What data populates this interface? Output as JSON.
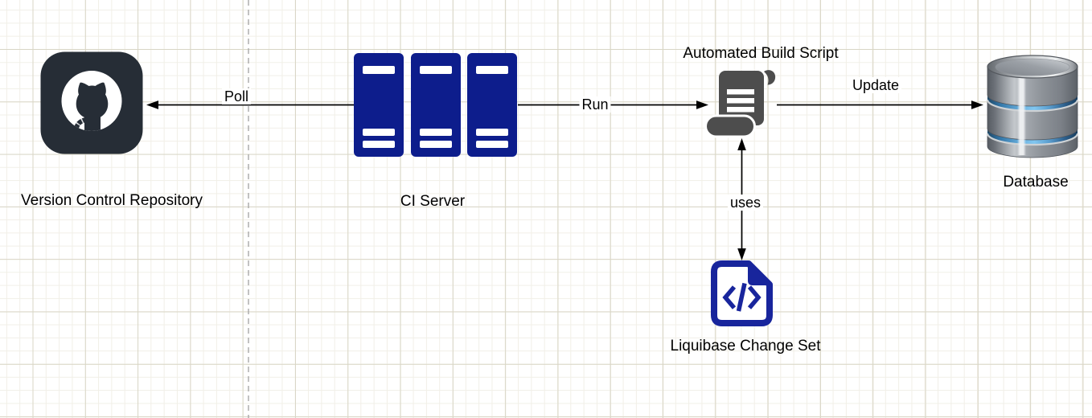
{
  "diagram": {
    "type": "flow-diagram",
    "nodes": [
      {
        "id": "version-control",
        "label": "Version Control Repository",
        "icon": "github-icon"
      },
      {
        "id": "ci-server",
        "label": "CI Server",
        "icon": "server-rack-icon"
      },
      {
        "id": "build-script",
        "label": "Automated Build Script",
        "icon": "scroll-script-icon"
      },
      {
        "id": "database",
        "label": "Database",
        "icon": "database-cylinder-icon"
      },
      {
        "id": "changeset",
        "label": "Liquibase Change Set",
        "icon": "code-file-icon"
      }
    ],
    "edges": [
      {
        "label": "Poll",
        "from": "ci-server",
        "to": "version-control",
        "direction": "one-way"
      },
      {
        "label": "Run",
        "from": "ci-server",
        "to": "build-script",
        "direction": "one-way"
      },
      {
        "label": "Update",
        "from": "build-script",
        "to": "database",
        "direction": "one-way"
      },
      {
        "label": "uses",
        "from": "changeset",
        "to": "build-script",
        "direction": "two-way"
      }
    ],
    "colors": {
      "server_blue": "#0d1d8c",
      "changeset_blue": "#18259c",
      "scroll_gray": "#4d4d4d",
      "github_dark": "#262d36",
      "edge_black": "#000000",
      "grid_minor": "#f1efe7",
      "grid_major": "#d9d6c6",
      "page_divider_gray": "#a8a8a8",
      "database_blue_band": "#5fa6d6"
    }
  }
}
